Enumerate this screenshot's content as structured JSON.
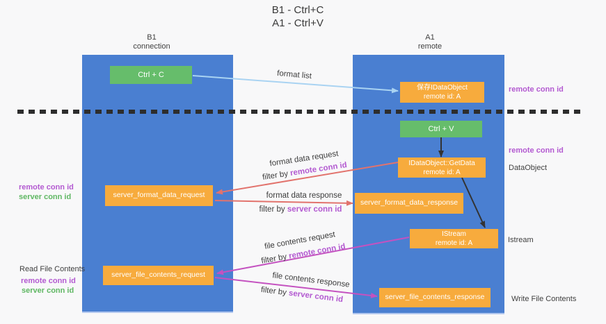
{
  "title": {
    "line1": "B1 - Ctrl+C",
    "line2": "A1 - Ctrl+V"
  },
  "lanes": {
    "left": {
      "name": "B1",
      "subtitle": "connection"
    },
    "right": {
      "name": "A1",
      "subtitle": "remote"
    }
  },
  "boxes": {
    "ctrl_c": {
      "label": "Ctrl + C"
    },
    "ctrl_v": {
      "label": "Ctrl + V"
    },
    "save_idataobject": {
      "line1": "保存IDataObject",
      "line2": "remote id: A"
    },
    "idataobject_getdata": {
      "line1": "IDataObject::GetData",
      "line2": "remote id: A"
    },
    "istream": {
      "line1": "IStream",
      "line2": "remote id: A"
    },
    "server_format_data_request": {
      "label": "server_format_data_request"
    },
    "server_format_data_response": {
      "label": "server_format_data_response"
    },
    "server_file_contents_request": {
      "label": "server_file_contents_request"
    },
    "server_file_contents_response": {
      "label": "server_file_contents_response"
    }
  },
  "flow_labels": {
    "format_list": "format list",
    "format_data_request": "format data request",
    "format_data_response": "format data response",
    "file_contents_request": "file contents request",
    "file_contents_response": "file contents response",
    "filter_by": "filter by ",
    "remote_conn_id": "remote conn id",
    "server_conn_id": "server conn id"
  },
  "side_labels": {
    "remote_conn_id": "remote conn id",
    "server_conn_id": "server conn id",
    "dataobject": "DataObject",
    "istream": "Istream",
    "read_file_contents": "Read File Contents",
    "write_file_contents": "Write File Contents"
  },
  "colors": {
    "lane_blue": "#4a7fd1",
    "box_orange": "#f7ab3d",
    "box_green": "#66bd6b",
    "arrow_salmon": "#e2736d",
    "arrow_magenta": "#c452c0",
    "arrow_lightblue": "#a9d3f2",
    "arrow_black": "#333333",
    "text_purple": "#b35ad1",
    "text_green": "#5fb763",
    "divider_black": "#2d2d2d",
    "background": "#f8f8f9"
  }
}
